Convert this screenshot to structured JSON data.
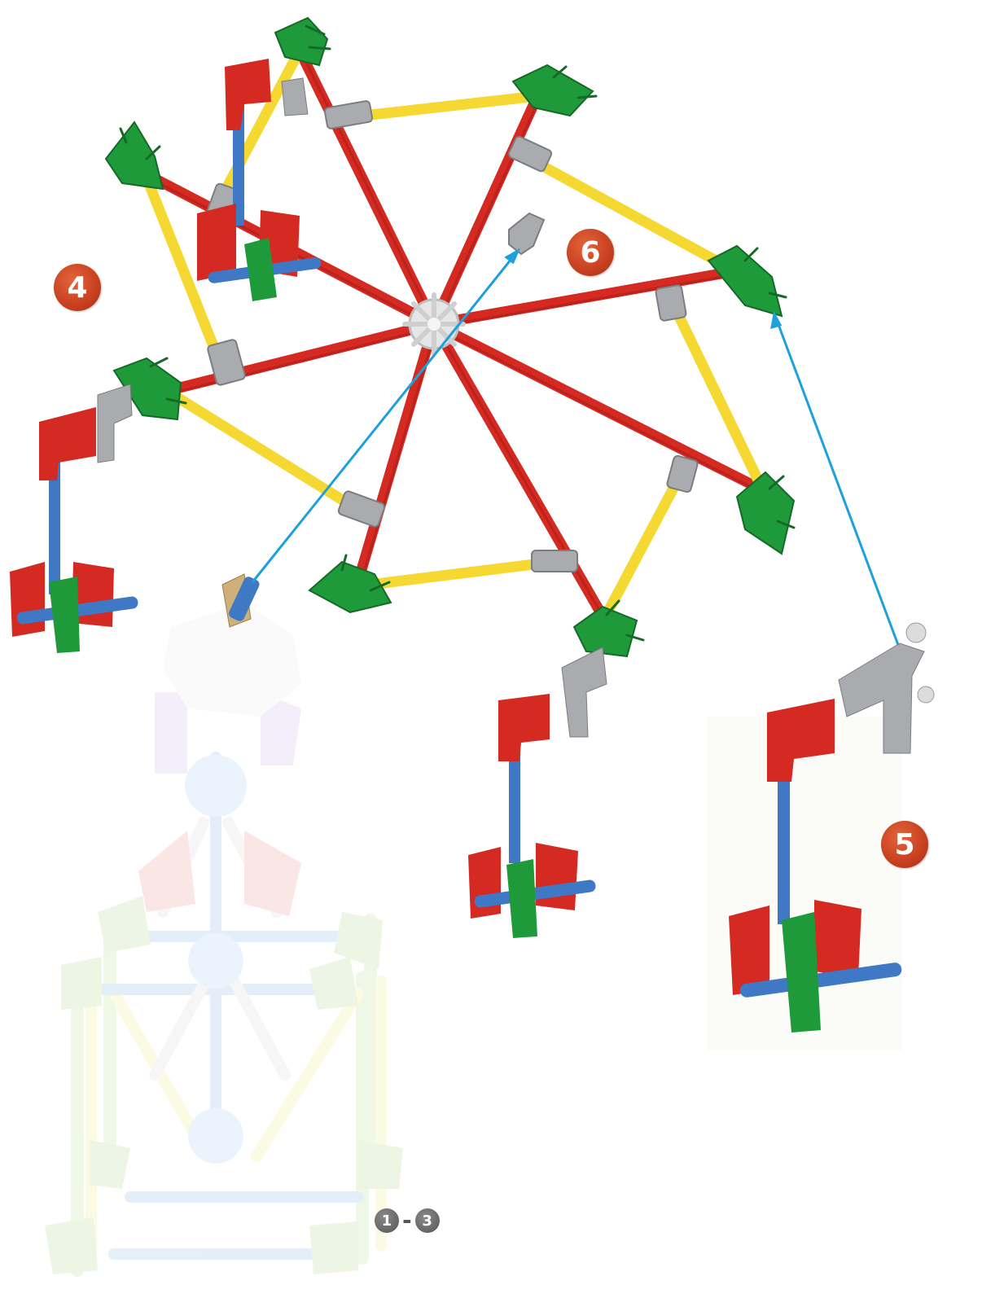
{
  "steps": {
    "step4": "4",
    "step5": "5",
    "step6": "6",
    "previous_start": "1",
    "previous_separator": "-",
    "previous_end": "3"
  },
  "colors": {
    "red_rod": "#d42a22",
    "yellow_rod": "#f5d832",
    "blue_rod": "#3f78c4",
    "green_connector": "#1f9a3a",
    "red_connector": "#d42a22",
    "gray_clip": "#a9abae",
    "white_hub": "#e6e6e6",
    "arrow": "#1da0dc",
    "step_badge": "#c8401f",
    "ghost_base": "#e3f1d4"
  },
  "icons": [
    "ferris-wheel-assembly",
    "gondola-seat",
    "clip-part",
    "motor-hub"
  ]
}
